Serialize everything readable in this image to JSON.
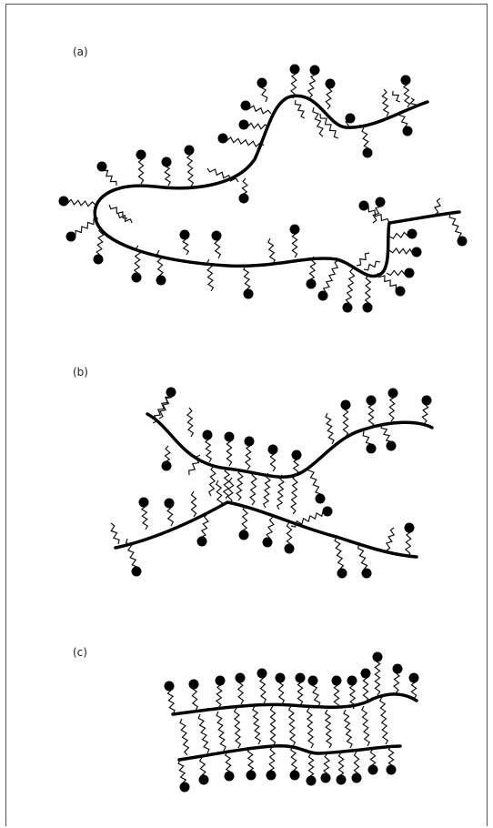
{
  "panels": [
    {
      "id": "a",
      "label": "(a)"
    },
    {
      "id": "b",
      "label": "(b)"
    },
    {
      "id": "c",
      "label": "(c)"
    }
  ]
}
